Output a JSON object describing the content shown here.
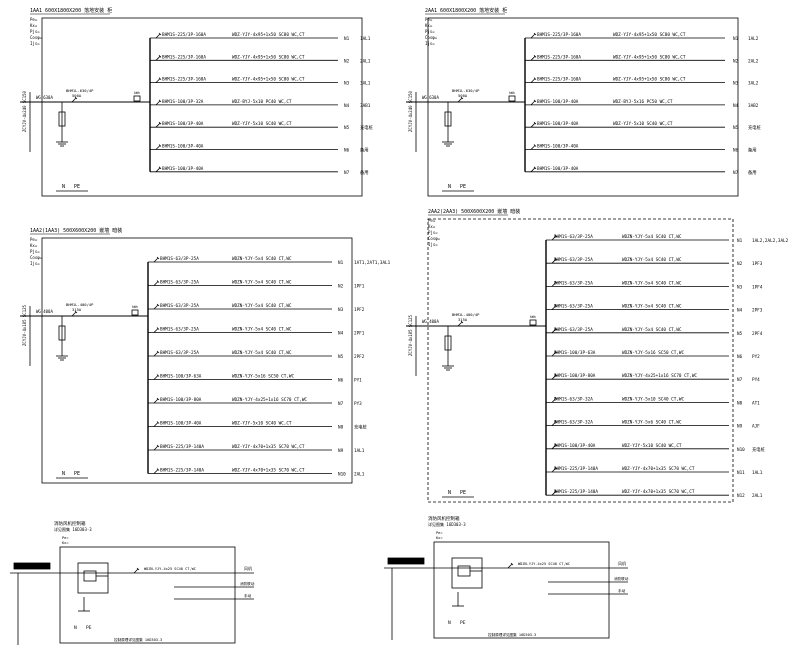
{
  "panels": [
    {
      "id": "p1",
      "title": "1AA1 600X1800X200 落地安装 柜",
      "params": [
        "Pe=",
        "Kx=",
        "Pjs=",
        "Cosφ=",
        "Ijs="
      ],
      "incoming": {
        "cable": "WG 630A",
        "breaker": "BHM1L-630/4P",
        "rating": "500A",
        "meter": "kWh",
        "vside": "ZCYJV-4x240 SC150"
      },
      "bus": [
        "N",
        "PE"
      ],
      "circuits": [
        {
          "breaker": "BHM1S-225/3P-160A",
          "cable": "WDZ-YJY-4x95+1x50 SC80 WC,CT",
          "id": "N1",
          "load": "1AL1"
        },
        {
          "breaker": "BHM1S-225/3P-160A",
          "cable": "WDZ-YJY-4x95+1x50 SC80 WC,CT",
          "id": "N2",
          "load": "2AL1"
        },
        {
          "breaker": "BHM1S-225/3P-160A",
          "cable": "WDZ-YJY-4x95+1x50 SC80 WC,CT",
          "id": "N3",
          "load": "3AL1"
        },
        {
          "breaker": "BHM1S-100/3P-32A",
          "cable": "WDZ-BYJ-5x10 PC40 WC,CT",
          "id": "N4",
          "load": "3AB1"
        },
        {
          "breaker": "BHM1S-100/3P-40A",
          "cable": "WDZ-YJY-5x10 SC40 WC,CT",
          "id": "N5",
          "load": "充电桩"
        },
        {
          "breaker": "BHM1S-100/3P-40A",
          "cable": "",
          "id": "N6",
          "load": "备用"
        },
        {
          "breaker": "BHM1S-100/3P-40A",
          "cable": "",
          "id": "N7",
          "load": "备用"
        }
      ]
    },
    {
      "id": "p2",
      "title": "2AA1 600X1800X200 落地安装 柜",
      "params": [
        "Pe=",
        "Kx=",
        "Pjs=",
        "Cosφ=",
        "Ijs="
      ],
      "incoming": {
        "cable": "WG 630A",
        "breaker": "BHM1L-630/4P",
        "rating": "500A",
        "meter": "kWh",
        "vside": "ZCYJV-4x240 SC150"
      },
      "bus": [
        "N",
        "PE"
      ],
      "circuits": [
        {
          "breaker": "BHM1S-225/3P-160A",
          "cable": "WDZ-YJY-4x95+1x50 SC80 WC,CT",
          "id": "N1",
          "load": "1AL2"
        },
        {
          "breaker": "BHM1S-225/3P-160A",
          "cable": "WDZ-YJY-4x95+1x50 SC80 WC,CT",
          "id": "N2",
          "load": "2AL2"
        },
        {
          "breaker": "BHM1S-225/3P-160A",
          "cable": "WDZ-YJY-4x95+1x50 SC80 WC,CT",
          "id": "N3",
          "load": "3AL2"
        },
        {
          "breaker": "BHM1S-100/3P-40A",
          "cable": "WDZ-BYJ-5x16 PC50 WC,CT",
          "id": "N4",
          "load": "3AB2"
        },
        {
          "breaker": "BHM1S-100/3P-40A",
          "cable": "WDZ-YJY-5x10 SC40 WC,CT",
          "id": "N5",
          "load": "充电桩"
        },
        {
          "breaker": "BHM1S-100/3P-40A",
          "cable": "",
          "id": "N6",
          "load": "备用"
        },
        {
          "breaker": "BHM1S-100/3P-40A",
          "cable": "",
          "id": "N7",
          "load": "备用"
        }
      ]
    },
    {
      "id": "p3",
      "title": "1AA2(1AA3) 500X600X200 嵌墙 暗装",
      "params": [
        "Pe=",
        "Kx=",
        "Pjs=",
        "Cosφ=",
        "Ijs="
      ],
      "incoming": {
        "cable": "WG 400A",
        "breaker": "BHM1L-400/4P",
        "rating": "315A",
        "meter": "kWh",
        "vside": "ZCYJV-4x185 SC125"
      },
      "bus": [
        "N",
        "PE"
      ],
      "circuits": [
        {
          "breaker": "BHM1S-63/3P-25A",
          "cable": "WDZN-YJY-5x4 SC40 CT,WC",
          "id": "N1",
          "load": "1AT1,2AT1,3AL1"
        },
        {
          "breaker": "BHM1S-63/3P-25A",
          "cable": "WDZN-YJY-5x4 SC40 CT,WC",
          "id": "N2",
          "load": "1PF1"
        },
        {
          "breaker": "BHM1S-63/3P-25A",
          "cable": "WDZN-YJY-5x4 SC40 CT,WC",
          "id": "N3",
          "load": "1PF2"
        },
        {
          "breaker": "BHM1S-63/3P-25A",
          "cable": "WDZN-YJY-5x4 SC40 CT,WC",
          "id": "N4",
          "load": "2PF1"
        },
        {
          "breaker": "BHM1S-63/3P-25A",
          "cable": "WDZN-YJY-5x4 SC40 CT,WC",
          "id": "N5",
          "load": "2PF2"
        },
        {
          "breaker": "BHM1S-100/3P-63A",
          "cable": "WDZN-YJY-5x16 SC50 CT,WC",
          "id": "N6",
          "load": "PY1"
        },
        {
          "breaker": "BHM1S-100/3P-80A",
          "cable": "WDZN-YJY-4x25+1x16 SC70 CT,WC",
          "id": "N7",
          "load": "PY3"
        },
        {
          "breaker": "BHM1S-100/3P-40A",
          "cable": "WDZ-YJY-5x10 SC40 WC,CT",
          "id": "N8",
          "load": "充电桩"
        },
        {
          "breaker": "BHM1S-225/3P-140A",
          "cable": "WDZ-YJY-4x70+1x35 SC70 WC,CT",
          "id": "N9",
          "load": "1AL1"
        },
        {
          "breaker": "BHM1S-225/3P-140A",
          "cable": "WDZ-YJY-4x70+1x35 SC70 WC,CT",
          "id": "N10",
          "load": "2AL1"
        }
      ]
    },
    {
      "id": "p4",
      "title": "2AA2(2AA3) 500X600X200 嵌墙 暗装",
      "params": [
        "Pe=",
        "Kx=",
        "Pjs=",
        "Cosφ=",
        "Ijs="
      ],
      "incoming": {
        "cable": "WG 400A",
        "breaker": "BHM1L-400/4P",
        "rating": "315A",
        "meter": "kWh",
        "vside": "ZCYJV-4x185 SC125"
      },
      "bus": [
        "N",
        "PE"
      ],
      "circuits": [
        {
          "breaker": "BHM1S-63/3P-25A",
          "cable": "WDZN-YJY-5x4 SC40 CT,WC",
          "id": "N1",
          "load": "1AL2,2AL2,3AL2"
        },
        {
          "breaker": "BHM1S-63/3P-25A",
          "cable": "WDZN-YJY-5x4 SC40 CT,WC",
          "id": "N2",
          "load": "1PF3"
        },
        {
          "breaker": "BHM1S-63/3P-25A",
          "cable": "WDZN-YJY-5x4 SC40 CT,WC",
          "id": "N3",
          "load": "1PF4"
        },
        {
          "breaker": "BHM1S-63/3P-25A",
          "cable": "WDZN-YJY-5x4 SC40 CT,WC",
          "id": "N4",
          "load": "2PF3"
        },
        {
          "breaker": "BHM1S-63/3P-25A",
          "cable": "WDZN-YJY-5x4 SC40 CT,WC",
          "id": "N5",
          "load": "2PF4"
        },
        {
          "breaker": "BHM1S-100/3P-63A",
          "cable": "WDZN-YJY-5x16 SC50 CT,WC",
          "id": "N6",
          "load": "PY2"
        },
        {
          "breaker": "BHM1S-100/3P-80A",
          "cable": "WDZN-YJY-4x25+1x16 SC70 CT,WC",
          "id": "N7",
          "load": "PY4"
        },
        {
          "breaker": "BHM1S-63/3P-32A",
          "cable": "WDZN-YJY-5x10 SC40 CT,WC",
          "id": "N8",
          "load": "AT1"
        },
        {
          "breaker": "BHM1S-63/3P-32A",
          "cable": "WDZN-YJY-5x6 SC40 CT,WC",
          "id": "N9",
          "load": "AJF"
        },
        {
          "breaker": "BHM1S-100/3P-40A",
          "cable": "WDZ-YJY-5x10 SC40 WC,CT",
          "id": "N10",
          "load": "充电桩"
        },
        {
          "breaker": "BHM1S-225/3P-140A",
          "cable": "WDZ-YJY-4x70+1x35 SC70 WC,CT",
          "id": "N11",
          "load": "1AL1"
        },
        {
          "breaker": "BHM1S-225/3P-140A",
          "cable": "WDZ-YJY-4x70+1x35 SC70 WC,CT",
          "id": "N12",
          "load": "2AL1"
        }
      ]
    }
  ],
  "small_panels": [
    {
      "id": "s1",
      "title": "消防风机控制箱",
      "subtitle": "详见图集 16D303-3",
      "params": [
        "Pe=",
        "Kx="
      ],
      "out1_cable": "WDZN-YJY-4x25 SC40 CT,WC",
      "out1_label": "风机",
      "out2_label": "消防联动",
      "out3_label": "手动",
      "bus": [
        "N",
        "PE"
      ],
      "footer": "控制原理详见图集 16D303-3"
    },
    {
      "id": "s2",
      "title": "消防风机控制箱",
      "subtitle": "详见图集 16D303-3",
      "params": [
        "Pe=",
        "Kx="
      ],
      "out1_cable": "WDZN-YJY-4x25 SC40 CT,WC",
      "out1_label": "风机",
      "out2_label": "消防联动",
      "out3_label": "手动",
      "bus": [
        "N",
        "PE"
      ],
      "footer": "控制原理详见图集 16D303-3"
    }
  ],
  "colors": {
    "line": "#000000",
    "background": "#ffffff"
  }
}
